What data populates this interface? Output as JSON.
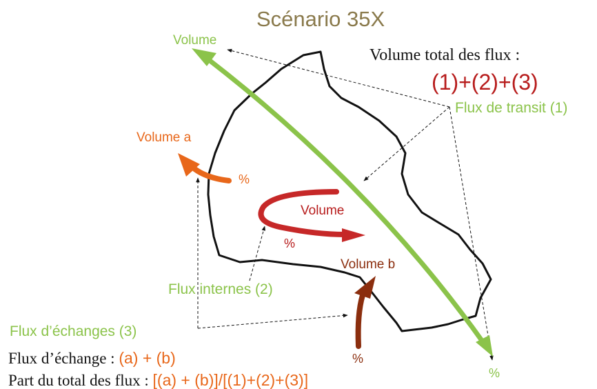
{
  "title": "Scénario 35X",
  "labels": {
    "volume_transit": "Volume",
    "total_heading": "Volume total des flux :",
    "total_formula": "(1)+(2)+(3)",
    "transit_flow": "Flux de transit (1)",
    "volume_a": "Volume a",
    "pct_a": "%",
    "volume_internal": "Volume",
    "pct_internal": "%",
    "volume_b": "Volume b",
    "internal_flow": "Flux internes (2)",
    "exchange_flow": "Flux d’échanges (3)",
    "pct_b": "%",
    "pct_transit": "%"
  },
  "formulas": {
    "exchange_prefix": "Flux d’échange : ",
    "exchange_value": "(a) + (b)",
    "share_prefix": "Part du total des flux : ",
    "share_value": "[(a) + (b)]/[(1)+(2)+(3)]"
  },
  "colors": {
    "transit": "#8bc34a",
    "internal": "#c62828",
    "exchange_a": "#e8671a",
    "exchange_b": "#8b2e0e",
    "outline": "#111111",
    "title": "#8a7a4c"
  }
}
